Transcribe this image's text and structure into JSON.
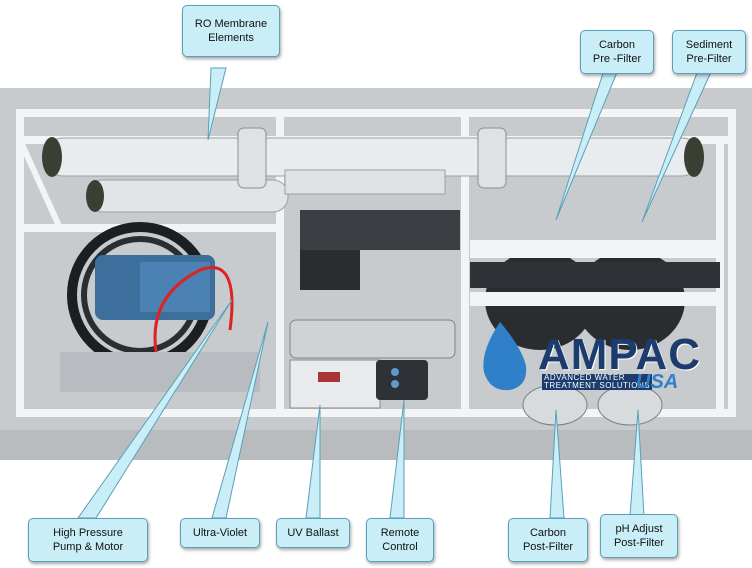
{
  "labels": {
    "ro_membrane": "RO Membrane\nElements",
    "carbon_prefilter": "Carbon\nPre -Filter",
    "sediment_prefilter": "Sediment\nPre-Filter",
    "high_pressure_pump": "High Pressure\nPump & Motor",
    "ultra_violet": "Ultra-Violet",
    "uv_ballast": "UV Ballast",
    "remote_control": "Remote\nControl",
    "carbon_postfilter": "Carbon\nPost-Filter",
    "ph_adjust": "pH Adjust\nPost-Filter"
  },
  "brand": {
    "name": "AMPAC",
    "tagline": "ADVANCED WATER\nTREATMENT SOLUTIONS",
    "region": "USA"
  },
  "colors": {
    "callout_fill": "#c9eef8",
    "frame": "#eef0f2",
    "brand_blue": "#1d3c6e"
  }
}
